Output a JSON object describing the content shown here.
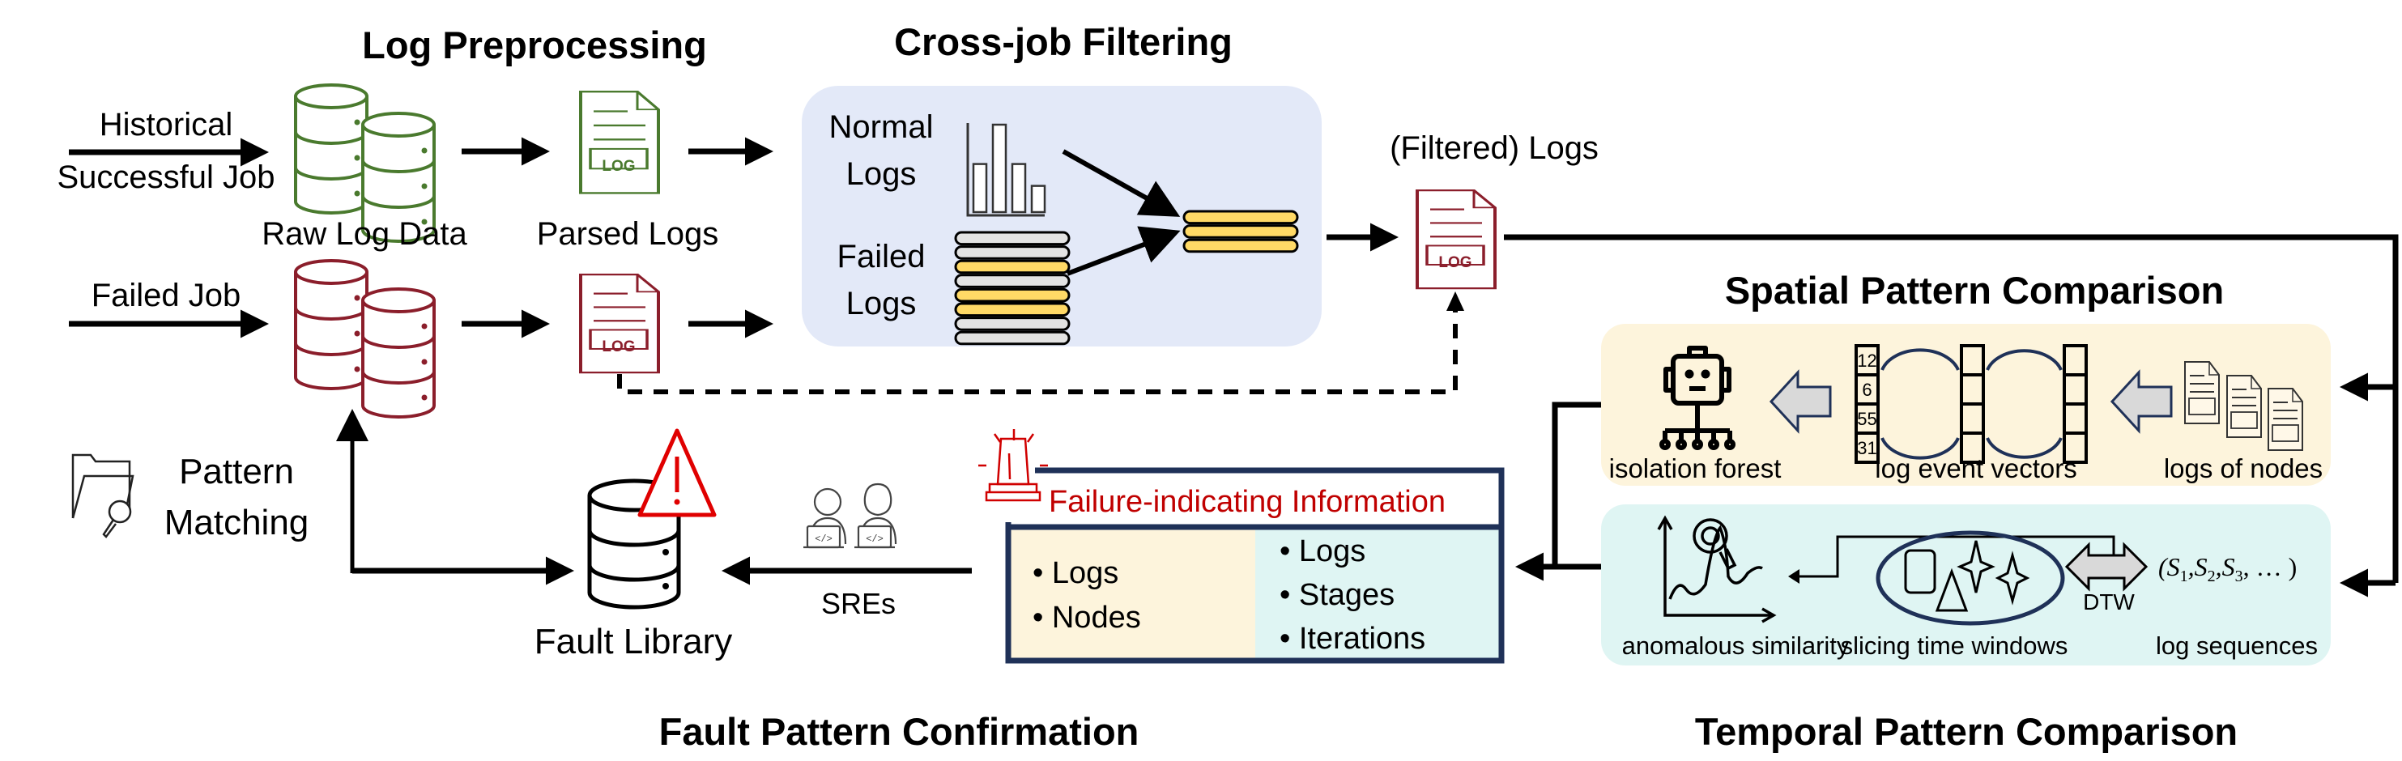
{
  "colors": {
    "green_icon": "#4a7a2e",
    "red_icon": "#8b1e2b",
    "blue_box_bg": "#e3e9f8",
    "spatial_box_bg": "#fdf4dc",
    "temporal_box_bg": "#dff5f3",
    "yellow_row": "#ffd966",
    "gray_row": "#e3e3e3",
    "navy": "#1f3158",
    "alert_red": "#d00000",
    "failure_title_red": "#c00000"
  },
  "sections": {
    "log_preprocessing": "Log Preprocessing",
    "cross_job_filtering": "Cross-job Filtering",
    "spatial_pattern_comparison": "Spatial Pattern Comparison",
    "temporal_pattern_comparison": "Temporal Pattern Comparison",
    "fault_pattern_confirmation": "Fault Pattern Confirmation"
  },
  "inputs": {
    "historical_line1": "Historical",
    "historical_line2": "Successful Job",
    "failed_job": "Failed Job"
  },
  "preprocessing": {
    "raw_log_data": "Raw Log Data",
    "parsed_logs": "Parsed Logs",
    "doc_tag": "LOG"
  },
  "filtering": {
    "normal_line1": "Normal",
    "normal_line2": "Logs",
    "failed_line1": "Failed",
    "failed_line2": "Logs",
    "failed_rows": [
      "gray",
      "gray",
      "yellow",
      "gray",
      "yellow",
      "yellow",
      "gray",
      "gray"
    ],
    "filtered_rows": [
      "yellow",
      "yellow",
      "yellow"
    ],
    "histogram_bars": [
      0.55,
      1.0,
      0.55,
      0.3
    ],
    "filtered_logs": "(Filtered) Logs"
  },
  "spatial": {
    "isolation_forest": "isolation forest",
    "log_event_vectors": "log event vectors",
    "logs_of_nodes": "logs of nodes",
    "vector_values": [
      "12",
      "6",
      "55",
      "31"
    ]
  },
  "temporal": {
    "anomalous_similarity": "anomalous similarity",
    "slicing_time_windows": "slicing time windows",
    "log_sequences": "log sequences",
    "dtw": "DTW",
    "sequence_notation": {
      "open": "(",
      "items": [
        "S",
        "S",
        "S"
      ],
      "subs": [
        "1",
        "2",
        "3"
      ],
      "tail": ", … )"
    }
  },
  "confirmation": {
    "failure_title": "Failure-indicating Information",
    "left_items": [
      "Logs",
      "Nodes"
    ],
    "right_items": [
      "Logs",
      "Stages",
      "Iterations"
    ],
    "sres": "SREs",
    "fault_library": "Fault Library",
    "pattern_line1": "Pattern",
    "pattern_line2": "Matching",
    "code_glyph": "</>"
  }
}
